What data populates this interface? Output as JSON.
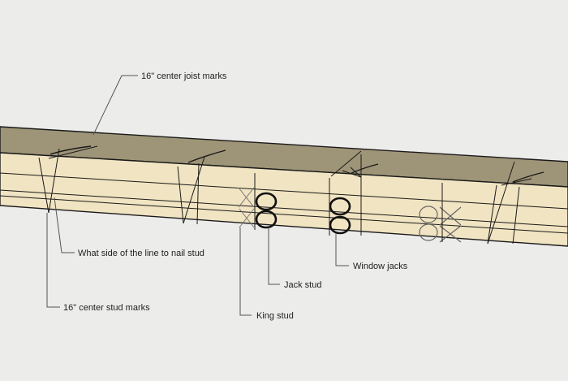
{
  "colors": {
    "background": "#ececea",
    "plate_top": "#9e9477",
    "plate_front": "#f1e4c2",
    "plate_line": "#1a1a1a",
    "callout_line": "#555555"
  },
  "callouts": {
    "joist_marks": "16\" center joist marks",
    "nail_side": "What side of the line to nail stud",
    "stud_marks": "16\" center stud marks",
    "king_stud": "King stud",
    "jack_stud": "Jack stud",
    "window_jacks": "Window jacks"
  }
}
